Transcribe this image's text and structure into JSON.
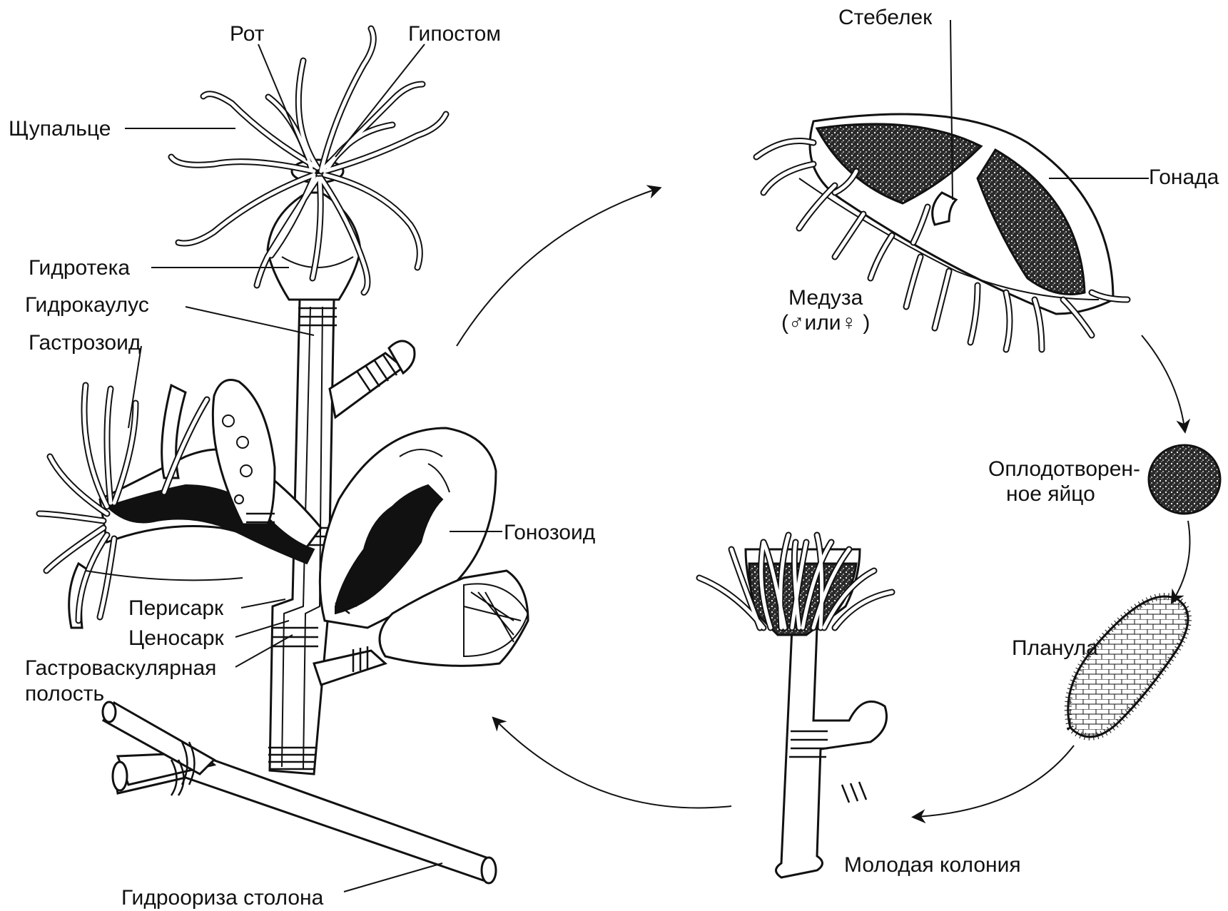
{
  "labels": {
    "mouth": "Рот",
    "hypostome": "Гипостом",
    "tentacle": "Щупальце",
    "hydrotheca": "Гидротека",
    "hydrocaulus": "Гидрокаулус",
    "gastrozooid": "Гастрозоид",
    "gonozooid": "Гонозоид",
    "perisarc": "Перисарк",
    "coenosarc": "Ценосарк",
    "gastrovascular_line1": "Гастроваскулярная",
    "gastrovascular_line2": "полость",
    "hydrorhiza": "Гидроориза столона",
    "stalk": "Стебелек",
    "gonad": "Гонада",
    "medusa": "Медуза",
    "medusa_sex": "(♂или♀ )",
    "egg_line1": "Оплодотворен-",
    "egg_line2": "ное яйцо",
    "planula": "Планула",
    "young_colony": "Молодая колония"
  }
}
